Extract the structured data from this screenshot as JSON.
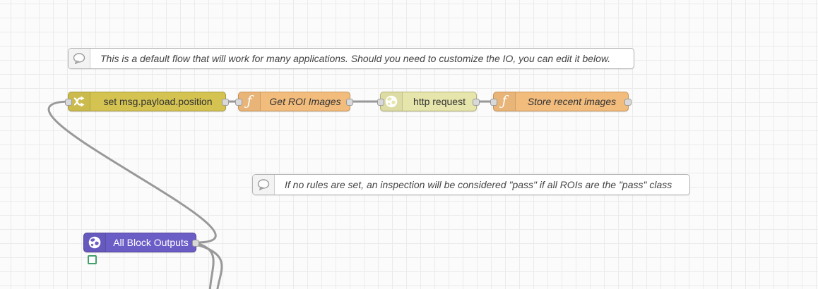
{
  "comments": {
    "default_flow": {
      "text": "This is a default flow that will work for many applications. Should you need to customize the IO, you can edit it below."
    },
    "rules_note": {
      "text": "If no rules are set, an inspection will be considered \"pass\" if all ROIs are the \"pass\" class"
    }
  },
  "nodes": {
    "set_position": {
      "label": "set msg.payload.position",
      "color": "#d4c351",
      "border": "#a89a3c",
      "icon": "shuffle-icon"
    },
    "get_roi_images": {
      "label": "Get ROI Images",
      "color": "#f2bc7d",
      "border": "#c69354",
      "icon": "function-icon"
    },
    "http_request": {
      "label": "http request",
      "color": "#e6e5ab",
      "border": "#b3b272",
      "icon": "globe-icon"
    },
    "store_recent_images": {
      "label": "Store recent images",
      "color": "#f2bc7d",
      "border": "#c69354",
      "icon": "function-icon"
    },
    "all_block_outputs": {
      "label": "All Block Outputs",
      "color": "#6b5dc6",
      "border": "#514399",
      "icon": "globe-icon"
    }
  },
  "status": {
    "all_block_outputs": {
      "shape": "ring",
      "color": "#44a06a"
    }
  },
  "wires": {
    "color": "#999999"
  },
  "ports": {
    "fill": "#d9d9d9",
    "stroke": "#999999"
  }
}
